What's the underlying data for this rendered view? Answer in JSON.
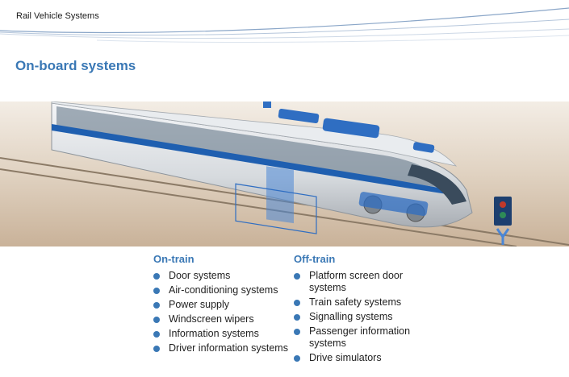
{
  "header": {
    "title": "Rail Vehicle Systems"
  },
  "page": {
    "title": "On-board systems"
  },
  "colors": {
    "accent": "#3a78b5",
    "train_blue": "#1f5fb0",
    "hero_bg": "#d9c8b3"
  },
  "on_train": {
    "heading": "On-train",
    "items": [
      "Door systems",
      "Air-conditioning systems",
      "Power supply",
      "Windscreen wipers",
      "Information systems",
      "Driver information systems"
    ]
  },
  "off_train": {
    "heading": "Off-train",
    "items": [
      "Platform screen door systems",
      "Train safety systems",
      "Signalling systems",
      "Passenger information systems",
      "Drive simulators"
    ]
  }
}
